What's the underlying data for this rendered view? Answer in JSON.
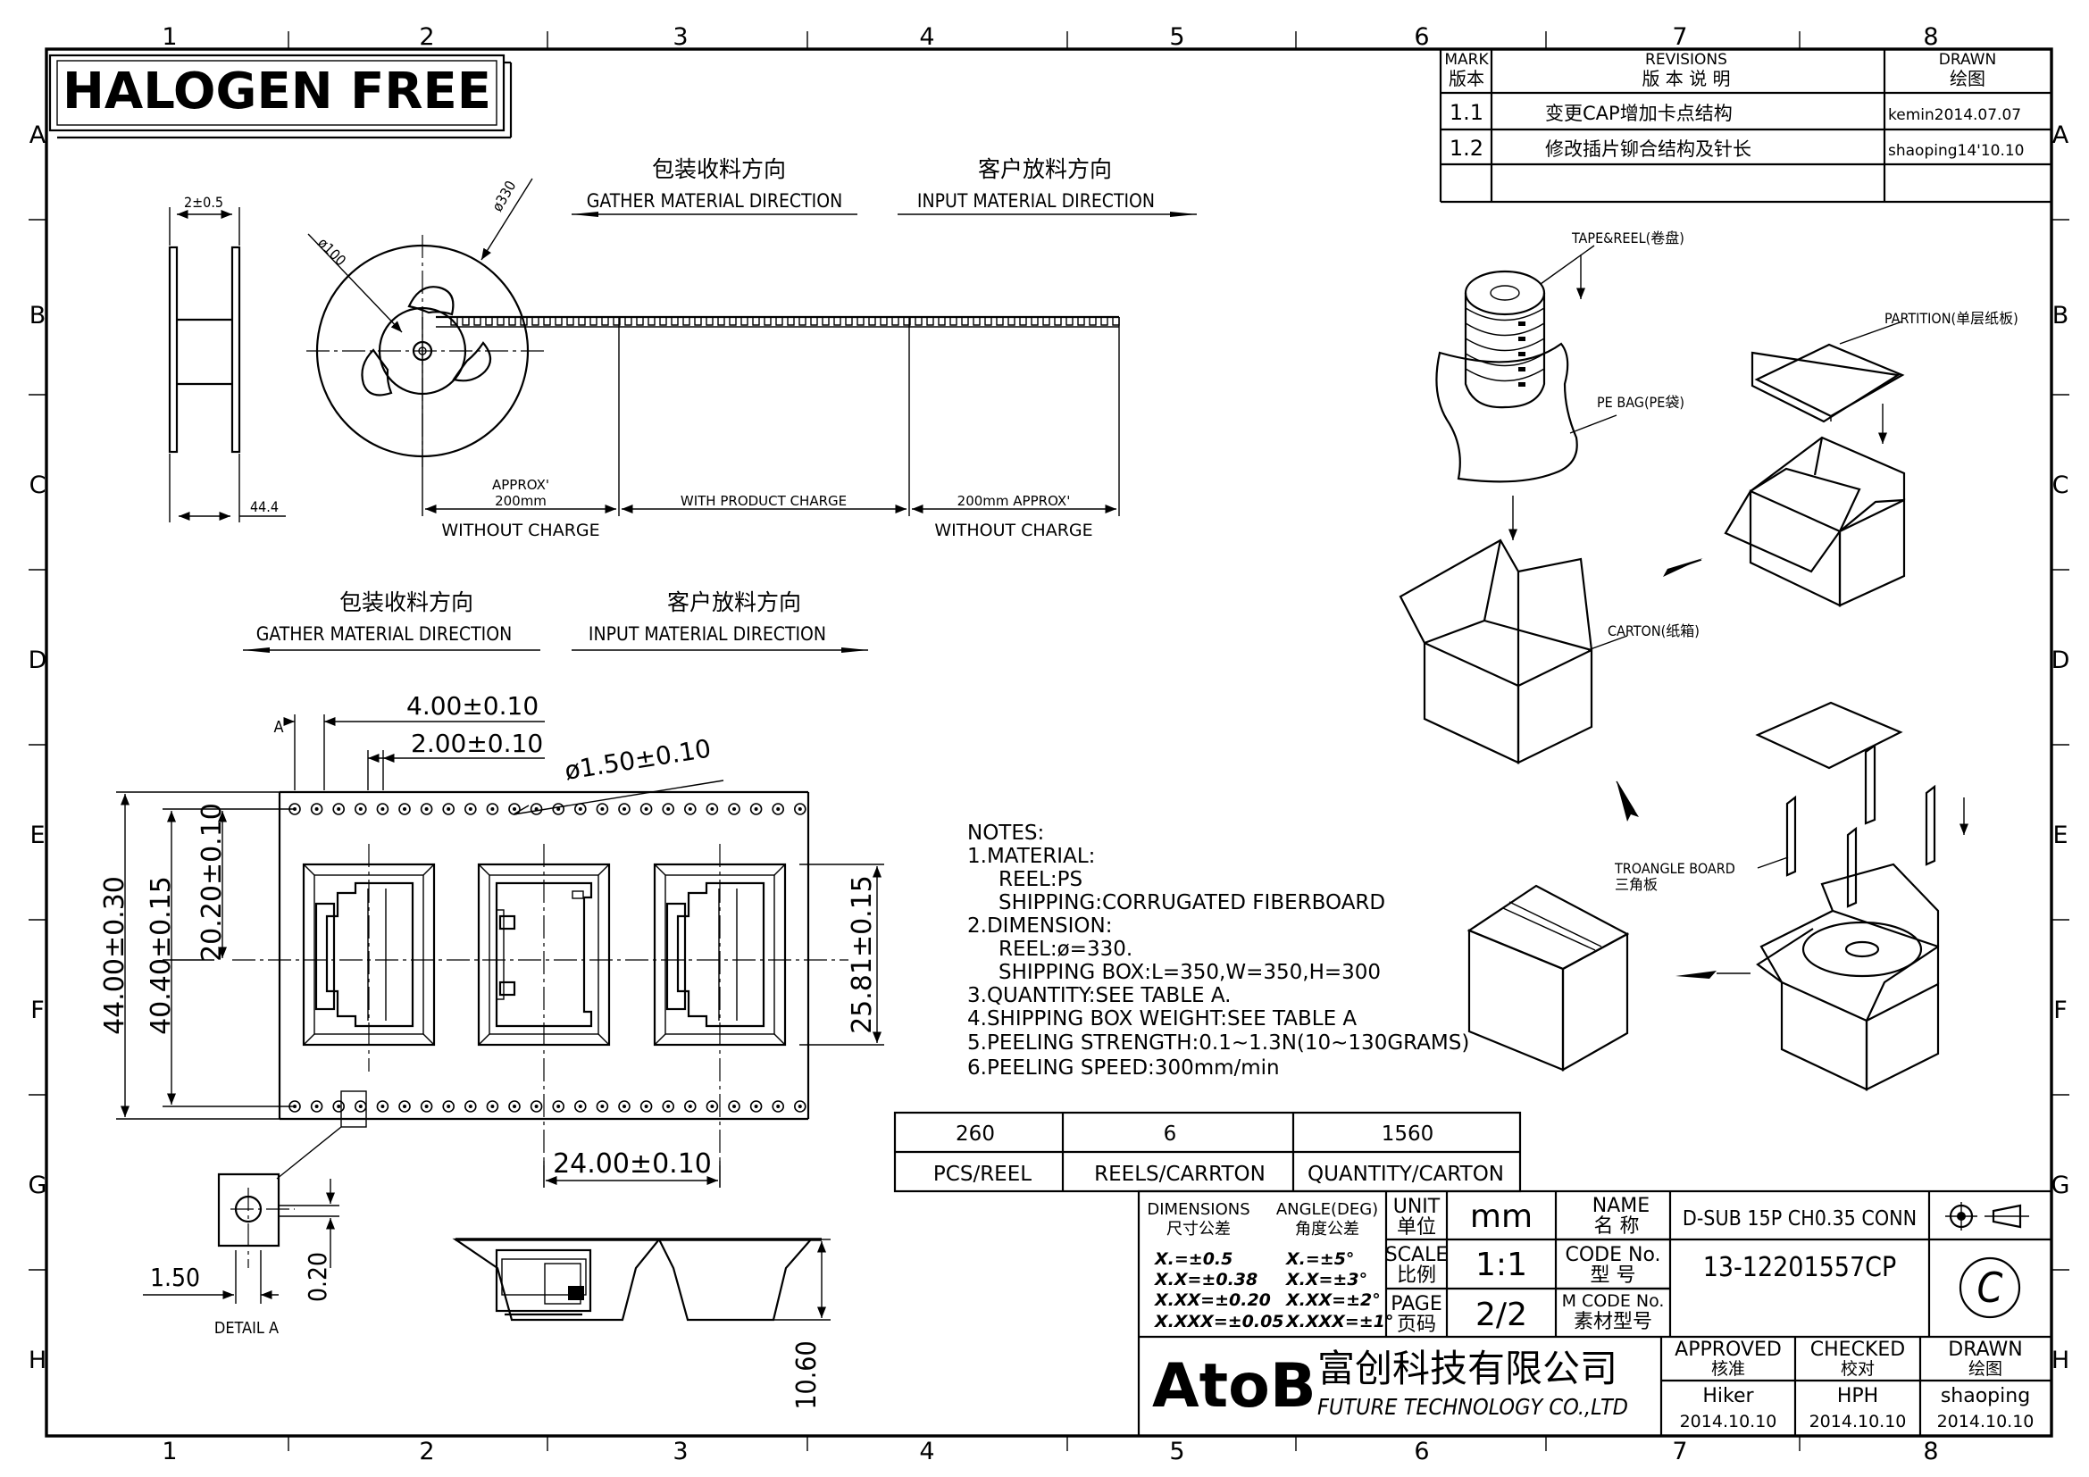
{
  "frame": {
    "col_numbers": [
      "1",
      "2",
      "3",
      "4",
      "5",
      "6",
      "7",
      "8"
    ],
    "row_letters": [
      "A",
      "B",
      "C",
      "D",
      "E",
      "F",
      "G",
      "H"
    ]
  },
  "banner": "HALOGEN FREE",
  "revisions": {
    "hdr_mark_en": "MARK",
    "hdr_mark_cn": "版本",
    "hdr_rev_en": "REVISIONS",
    "hdr_rev_cn": "版 本 说 明",
    "hdr_drawn_en": "DRAWN",
    "hdr_drawn_cn": "绘图",
    "rows": [
      {
        "mark": "1.1",
        "desc": "变更CAP增加卡点结构",
        "drawn": "kemin2014.07.07"
      },
      {
        "mark": "1.2",
        "desc": "修改插片铆合结构及针长",
        "drawn": "shaoping14'10.10"
      }
    ]
  },
  "reel_view": {
    "dir_gather_cn": "包装收料方向",
    "dir_gather_en": "GATHER MATERIAL DIRECTION",
    "dir_input_cn": "客户放料方向",
    "dir_input_en": "INPUT MATERIAL DIRECTION",
    "dim_width": "2±0.5",
    "dim_hub": "44.4",
    "dim_d100": "ø100",
    "dim_d330": "ø330",
    "seg1_top": "APPROX'",
    "seg1_val": "200mm",
    "seg1_bottom": "WITHOUT CHARGE",
    "seg2_top": "WITH PRODUCT CHARGE",
    "seg3_top": "200mm APPROX'",
    "seg3_bottom": "WITHOUT CHARGE"
  },
  "tape_view": {
    "dir_gather_cn": "包装收料方向",
    "dir_gather_en": "GATHER MATERIAL DIRECTION",
    "dir_input_cn": "客户放料方向",
    "dir_input_en": "INPUT MATERIAL DIRECTION",
    "dim_pitch": "4.00±0.10",
    "dim_hole_pitch": "2.00±0.10",
    "dim_hole_dia": "ø1.50±0.10",
    "dim_width": "44.00±0.30",
    "dim_hole_span": "40.40±0.15",
    "dim_center": "20.20±0.10",
    "dim_pocket": "25.81±0.15",
    "dim_product_pitch": "24.00±0.10",
    "detail_label": "DETAIL A",
    "detail_a": "A",
    "detail_dim1": "1.50",
    "detail_dim2": "0.20",
    "dim_height": "10.60"
  },
  "notes": {
    "title": "NOTES:",
    "lines": [
      "1.MATERIAL:",
      "REEL:PS",
      "SHIPPING:CORRUGATED FIBERBOARD",
      "2.DIMENSION:",
      "REEL:ø=330.",
      "SHIPPING BOX:L=350,W=350,H=300",
      "3.QUANTITY:SEE TABLE A.",
      "4.SHIPPING BOX WEIGHT:SEE TABLE A",
      "5.PEELING STRENGTH:0.1~1.3N(10~130GRAMS)",
      "6.PEELING SPEED:300mm/min"
    ]
  },
  "table_a": {
    "values": [
      "260",
      "6",
      "1560"
    ],
    "headers": [
      "PCS/REEL",
      "REELS/CARRTON",
      "QUANTITY/CARTON"
    ]
  },
  "packing_labels": {
    "tape_reel": "TAPE&REEL(卷盘)",
    "partition": "PARTITION(单层纸板)",
    "pe_bag": "PE BAG(PE袋)",
    "carton": "CARTON(纸箱)",
    "triangle_en": "TROANGLE BOARD",
    "triangle_cn": "三角板"
  },
  "title_block": {
    "dims_en": "DIMENSIONS",
    "dims_cn": "尺寸公差",
    "angle_en": "ANGLE(DEG)",
    "angle_cn": "角度公差",
    "tol_dims": [
      "X.=±0.5",
      "X.X=±0.38",
      "X.XX=±0.20",
      "X.XXX=±0.05"
    ],
    "tol_angles": [
      "X.=±5°",
      "X.X=±3°",
      "X.XX=±2°",
      "X.XXX=±1°"
    ],
    "unit_en": "UNIT",
    "unit_cn": "单位",
    "unit_val": "mm",
    "scale_en": "SCALE",
    "scale_cn": "比例",
    "scale_val": "1:1",
    "page_en": "PAGE",
    "page_cn": "页码",
    "page_val": "2/2",
    "name_en": "NAME",
    "name_cn": "名 称",
    "name_val": "D-SUB 15P CH0.35 CONN",
    "code_en": "CODE No.",
    "code_cn": "型 号",
    "code_val": "13-12201557CP",
    "mcode_en": "M CODE No.",
    "mcode_cn": "素材型号",
    "rev_symbol": "C",
    "logo": "AtoB",
    "company_cn": "富创科技有限公司",
    "company_en": "FUTURE TECHNOLOGY CO.,LTD",
    "approved_en": "APPROVED",
    "approved_cn": "核准",
    "approved_name": "Hiker",
    "approved_date": "2014.10.10",
    "checked_en": "CHECKED",
    "checked_cn": "校对",
    "checked_name": "HPH",
    "checked_date": "2014.10.10",
    "drawn_en": "DRAWN",
    "drawn_cn": "绘图",
    "drawn_name": "shaoping",
    "drawn_date": "2014.10.10"
  }
}
